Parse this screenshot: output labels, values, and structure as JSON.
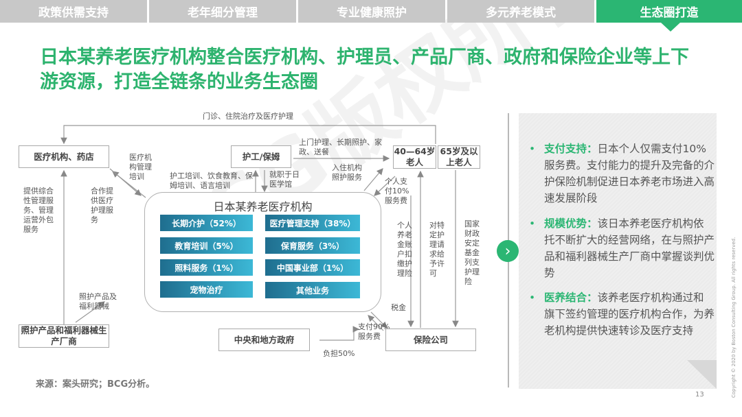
{
  "tabs": [
    {
      "label": "政策供需支持"
    },
    {
      "label": "老年细分管理"
    },
    {
      "label": "专业健康照护"
    },
    {
      "label": "多元养老模式"
    },
    {
      "label": "生态圈打造",
      "active": true
    }
  ],
  "title": "日本某养老医疗机构整合医疗机构、护理员、产品厂商、政府和保险企业等上下游资源，打造全链条的业务生态圈",
  "diagram": {
    "boxes": {
      "medical": "医疗机构、药店",
      "caregiver": "护工/保姆",
      "age_40_64": "40—64岁老人",
      "age_65": "65岁及以上老人",
      "manufacturer": "照护产品和福利器械生产厂商",
      "government": "中央和地方政府",
      "insurer": "保险公司"
    },
    "main_title": "日本某养老医疗机构",
    "businesses": [
      "长期介护（52%）",
      "医疗管理支持（38%）",
      "教育培训（5%）",
      "保育服务（3%）",
      "照料服务（1%）",
      "中国事业部（1%）",
      "宠物治疗",
      "其他业务"
    ],
    "labels": {
      "top": "门诊、住院治疗及医疗护理",
      "home_care": "上门护理、长期照护、家政、送餐",
      "med_training": "医疗机构管理培训",
      "caregiver_training": "护工培训、饮食教育、保姆培训、语言培训",
      "employ": "就职于日医学馆",
      "residential": "入住机构照护服务",
      "pay10": "个人支付10%服务费",
      "integrated": "提供综合性管理服务、管理运营外包服务",
      "coop": "合作提供医疗护理服务",
      "products": "照护产品及福利器械",
      "pension": "个人养老金账户扣缴护理险",
      "permit": "对特定护理请求给予许可",
      "fund": "国家财政安定基金列支护理险",
      "tax": "税金",
      "pay90": "支付90%服务费",
      "burden": "负担50%"
    }
  },
  "source": "来源：案头研究；BCG分析。",
  "bullets": [
    {
      "head": "支付支持：",
      "text": "日本个人仅需支付10%服务费。支付能力的提升及完备的介护保险机制促进日本养老市场进入高速发展阶段"
    },
    {
      "head": "规模优势：",
      "text": "该日本养老医疗机构依托不断扩大的经营网络，在与照护产品和福利器械生产厂商中掌握谈判优势"
    },
    {
      "head": "医养结合：",
      "text": "该养老医疗机构通过和旗下签约管理的医疗机构合作，为养老机构提供快速转诊及医疗支持"
    }
  ],
  "page_number": "13",
  "copyright": "Copyright © 2020 by Boston Consulting Group. All rights reserved.",
  "watermark": "BCG版权所有",
  "colors": {
    "accent": "#2bb673",
    "tab": "#c8c8c8"
  }
}
